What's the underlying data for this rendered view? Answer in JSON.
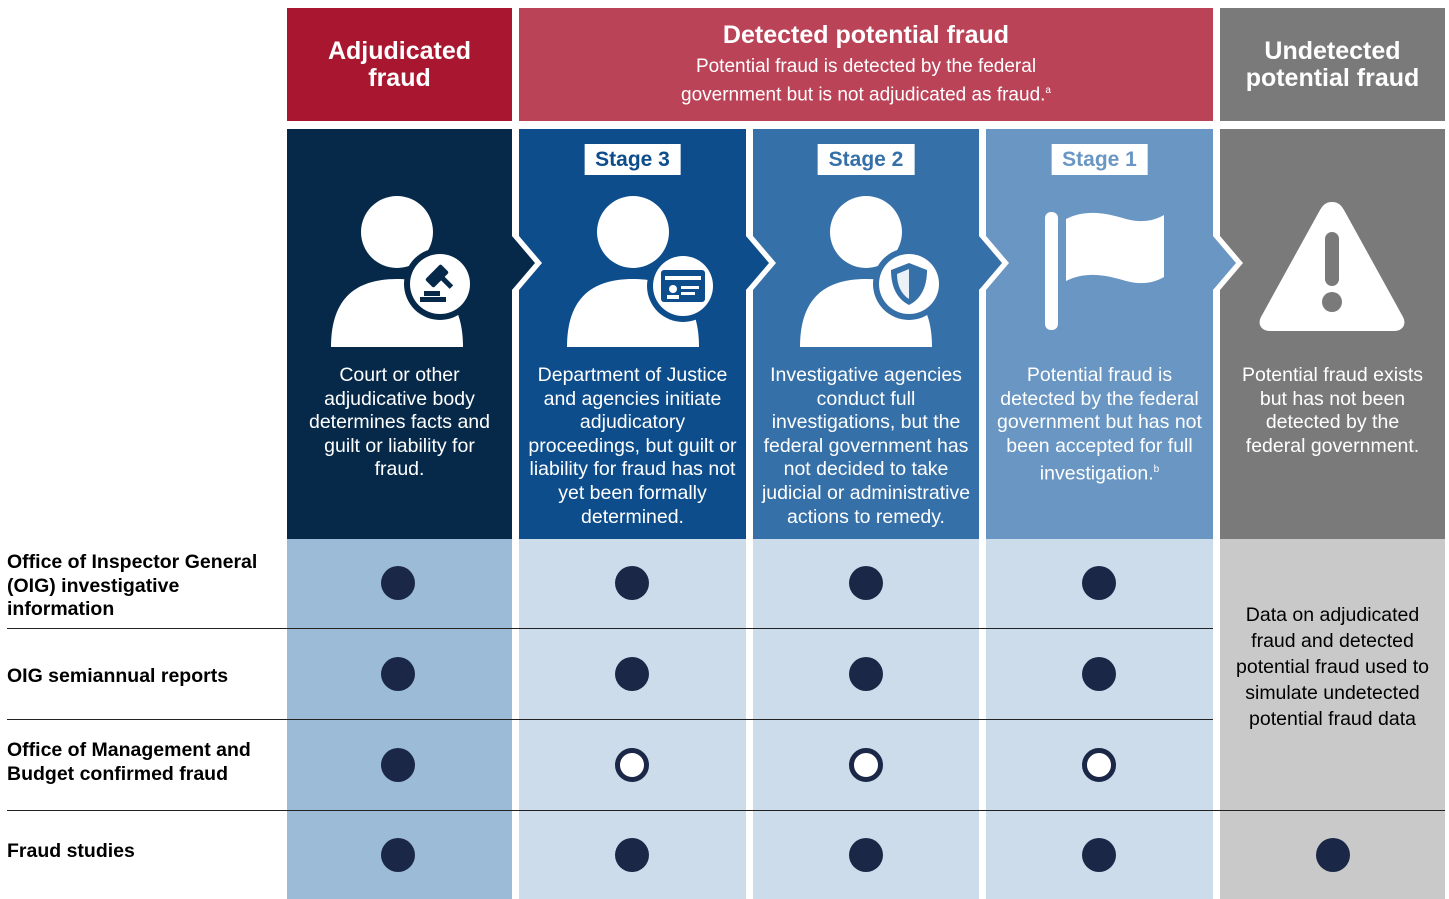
{
  "headers": {
    "adjudicated": {
      "title": "Adjudicated fraud"
    },
    "detected": {
      "title": "Detected potential fraud",
      "subtitle": "Potential fraud is detected by the federal government but is not adjudicated as fraud.",
      "note_marker": "a"
    },
    "undetected": {
      "title": "Undetected potential fraud"
    }
  },
  "columns": [
    {
      "id": "adjudicated",
      "stage": "",
      "icon": "person-gavel-icon",
      "description": "Court or other adjudicative body determines facts and guilt or liability for fraud.",
      "color": "#06294a"
    },
    {
      "id": "stage3",
      "stage": "Stage 3",
      "icon": "person-id-card-icon",
      "description": "Department of Justice and agencies initiate adjudicatory proceedings, but guilt or liability for fraud has not yet been formally determined.",
      "color": "#0d4d8c"
    },
    {
      "id": "stage2",
      "stage": "Stage 2",
      "icon": "person-shield-icon",
      "description": "Investigative agencies conduct full investigations, but the federal government has not decided to take judicial or administrative actions to remedy.",
      "color": "#3670a8"
    },
    {
      "id": "stage1",
      "stage": "Stage 1",
      "icon": "flag-icon",
      "description": "Potential fraud is detected by the federal government but has not been accepted for full investigation.",
      "note_marker": "b",
      "color": "#6996c3"
    },
    {
      "id": "undetected",
      "stage": "",
      "icon": "warning-icon",
      "description": "Potential fraud exists but has not been detected by the federal government.",
      "color": "#7a7a7a"
    }
  ],
  "rows": [
    {
      "label": "Office of Inspector General (OIG) investigative information",
      "marks": [
        "filled",
        "filled",
        "filled",
        "filled"
      ]
    },
    {
      "label": "OIG semiannual reports",
      "marks": [
        "filled",
        "filled",
        "filled",
        "filled"
      ]
    },
    {
      "label": "Office of Management and Budget confirmed fraud",
      "marks": [
        "filled",
        "open",
        "open",
        "open"
      ]
    },
    {
      "label": "Fraud studies",
      "marks": [
        "filled",
        "filled",
        "filled",
        "filled",
        "filled"
      ]
    }
  ],
  "undetected_note": "Data on adjudicated fraud and detected potential fraud used to simulate undetected potential fraud data",
  "colors": {
    "header_adjudicated": "#a8172f",
    "header_detected": "#bb4358",
    "header_undetected": "#7a7a7a",
    "band_adjudicated": "#9bbbd6",
    "band_detected": "#ccdcea",
    "band_undetected": "#c9c9c9",
    "dot": "#1b2747"
  }
}
